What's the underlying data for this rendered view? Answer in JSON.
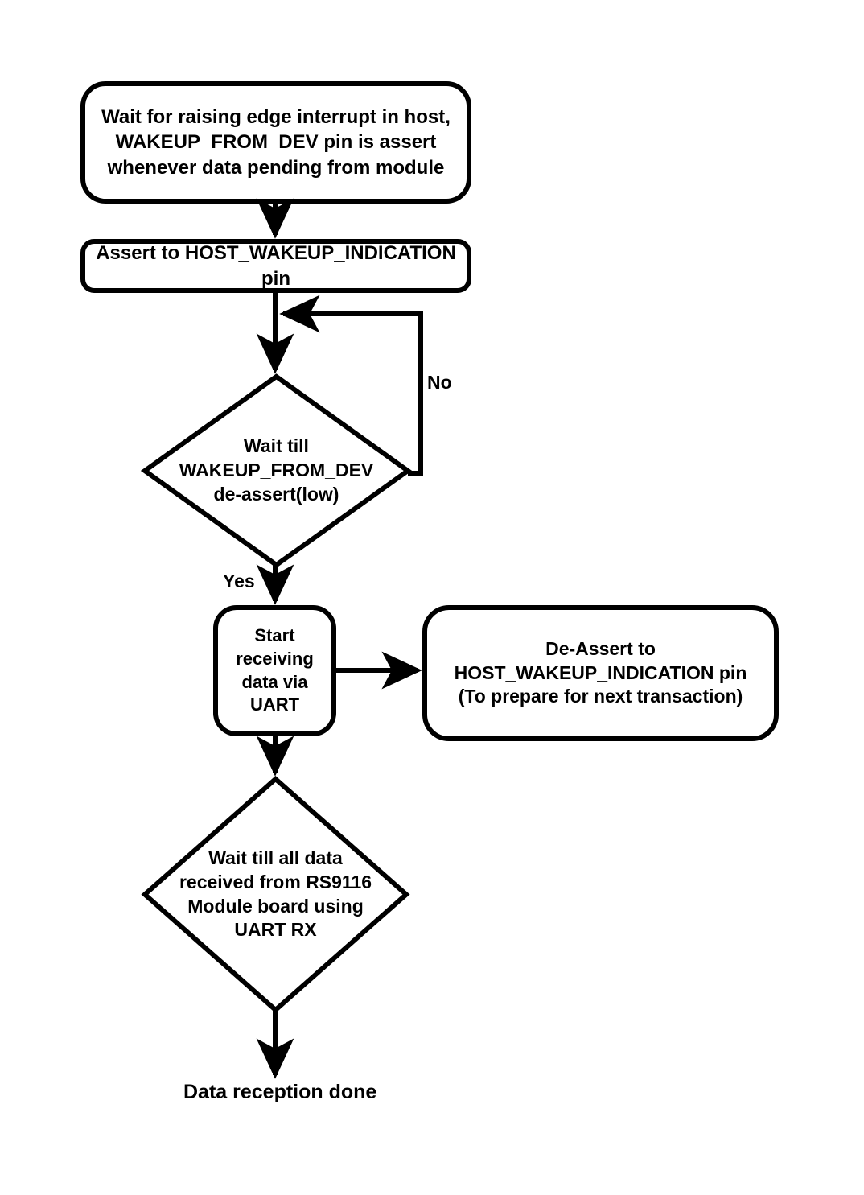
{
  "diagram": {
    "title": "UART data reception wake-up flow",
    "background_color": "#ffffff",
    "stroke_color": "#000000",
    "nodes": [
      {
        "id": "wait-interrupt",
        "shape": "rounded-rect",
        "text": "Wait for raising edge interrupt in host,\nWAKEUP_FROM_DEV pin is assert\nwhenever data pending from module"
      },
      {
        "id": "assert-indication",
        "shape": "rounded-rect",
        "text": "Assert to HOST_WAKEUP_INDICATION\npin"
      },
      {
        "id": "wait-deassert",
        "shape": "diamond",
        "text": "Wait till\nWAKEUP_FROM_DEV\nde-assert(low)"
      },
      {
        "id": "start-receiving",
        "shape": "rounded-rect",
        "text": "Start\nreceiving\ndata via\nUART"
      },
      {
        "id": "deassert-indication",
        "shape": "rounded-rect",
        "text": "De-Assert to\nHOST_WAKEUP_INDICATION pin\n(To prepare for next transaction)"
      },
      {
        "id": "wait-all-data",
        "shape": "diamond",
        "text": "Wait till all data\nreceived from RS9116\nModule board using\nUART RX"
      }
    ],
    "edge_labels": {
      "no": "No",
      "yes": "Yes"
    },
    "terminal": {
      "done": "Data reception done"
    }
  }
}
